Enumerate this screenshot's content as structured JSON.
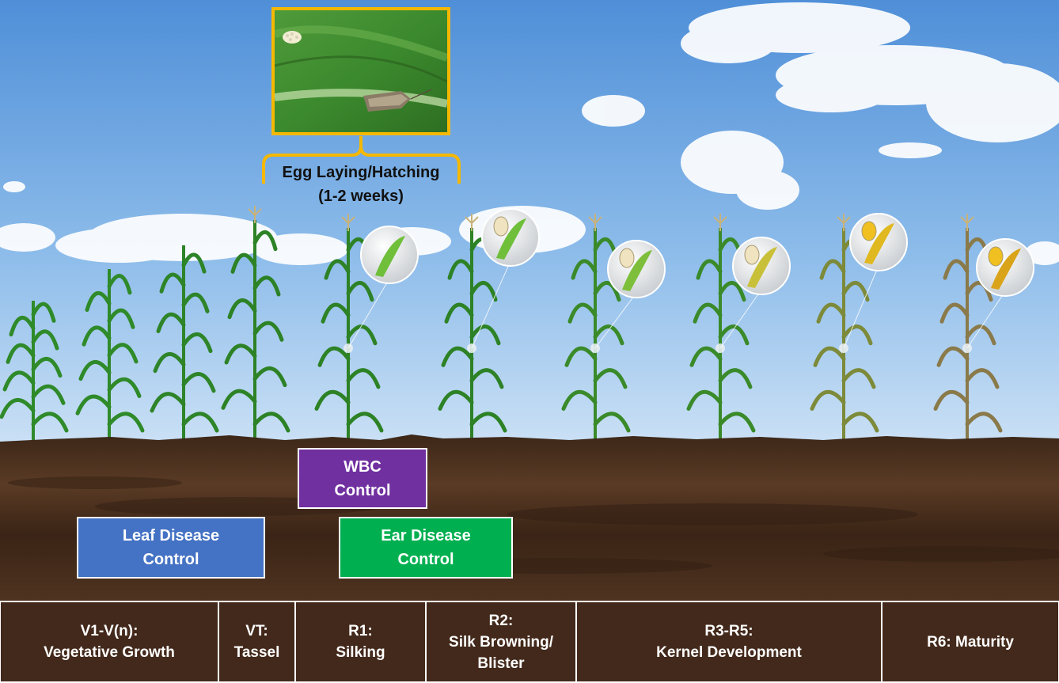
{
  "boxes": {
    "wbc": {
      "label": "WBC\nControl",
      "color": "#7030a0"
    },
    "leaf": {
      "label": "Leaf Disease\nControl",
      "color": "#4472c4"
    },
    "ear": {
      "label": "Ear Disease\nControl",
      "color": "#00b050"
    }
  },
  "egg": {
    "label": "Egg Laying/Hatching\n(1-2 weeks)",
    "bracket_color": "#f5b800"
  },
  "stages": [
    {
      "label": "V1-V(n):\nVegetative Growth"
    },
    {
      "label": "VT:\nTassel"
    },
    {
      "label": "R1:\nSilking"
    },
    {
      "label": "R2:\nSilk Browning/\nBlister"
    },
    {
      "label": "R3-R5:\nKernel Development"
    },
    {
      "label": "R6: Maturity"
    }
  ],
  "colors": {
    "sky_top": "#4f8fd8",
    "sky_bottom": "#c9e0f5",
    "soil": "#4a301f",
    "stage_bar": "#43291b"
  }
}
